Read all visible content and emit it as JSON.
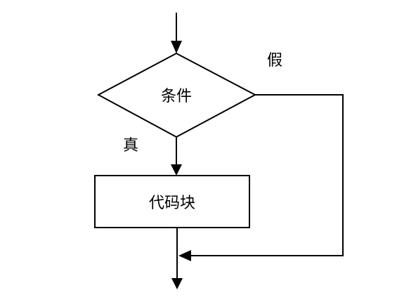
{
  "diagram": {
    "nodes": {
      "condition": {
        "shape": "diamond",
        "label": "条件"
      },
      "code_block": {
        "shape": "rectangle",
        "label": "代码块"
      }
    },
    "edges": {
      "true_branch": {
        "from": "condition",
        "to": "code_block",
        "label": "真"
      },
      "false_branch": {
        "from": "condition",
        "to": "merge",
        "label": "假"
      }
    },
    "colors": {
      "stroke": "#000000",
      "background": "#ffffff"
    }
  }
}
